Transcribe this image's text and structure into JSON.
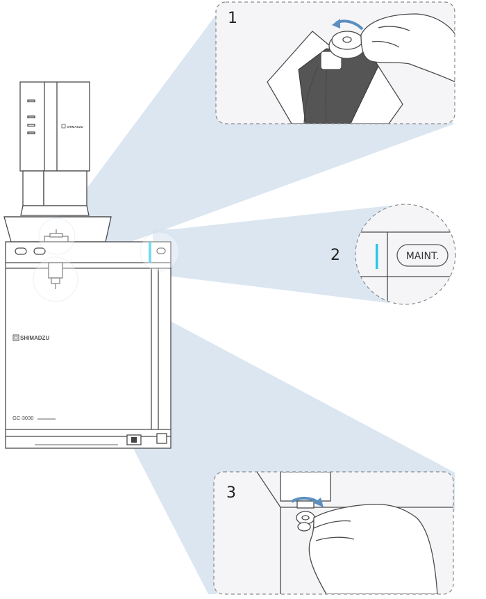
{
  "callouts": [
    {
      "number": "1"
    },
    {
      "number": "2",
      "button_label": "MAINT."
    },
    {
      "number": "3"
    }
  ],
  "instrument": {
    "brand": "SHIMADZU",
    "model": "GC-3030"
  },
  "colors": {
    "beam": "#d5e2ef",
    "indicator": "#29c6e8",
    "arrow": "#5b8fc0",
    "outline": "#4a4a4a",
    "septum_dark": "#555555"
  },
  "icons": {
    "rotate_arrow_1": "curved-arrow-icon",
    "rotate_arrow_3": "curved-arrow-icon",
    "brand_logo": "shimadzu-logo-icon"
  }
}
